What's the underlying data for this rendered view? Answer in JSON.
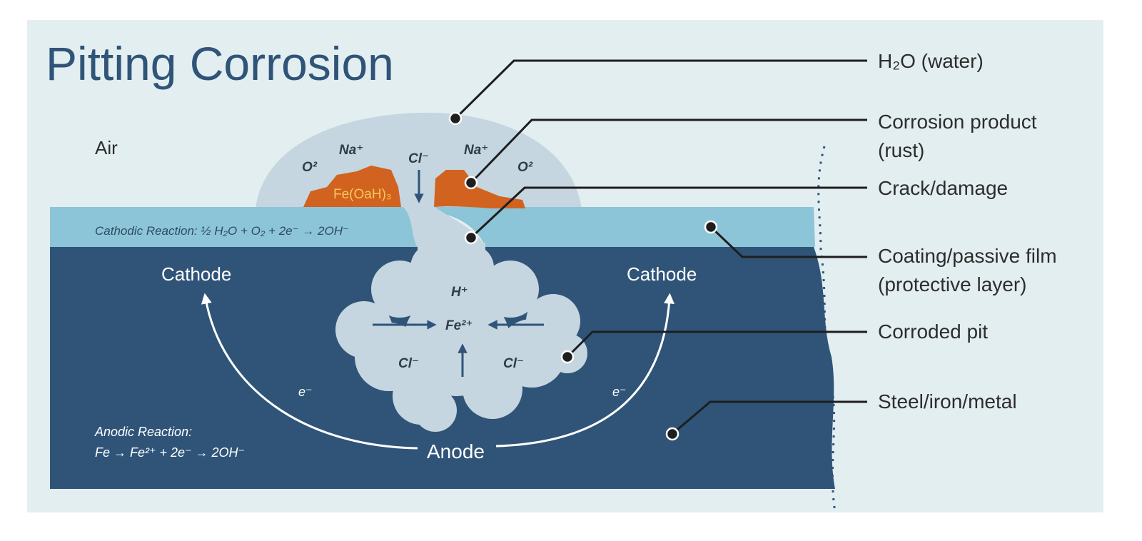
{
  "title": "Pitting Corrosion",
  "labels": {
    "water": "H₂O (water)",
    "corrosion_product_1": "Corrosion product",
    "corrosion_product_2": "(rust)",
    "crack": "Crack/damage",
    "coating_1": "Coating/passive film",
    "coating_2": "(protective layer)",
    "pit": "Corroded pit",
    "metal": "Steel/iron/metal"
  },
  "diagram": {
    "air": "Air",
    "o2_left": "O²",
    "o2_right": "O²",
    "na_left": "Na⁺",
    "na_right": "Na⁺",
    "cl_top": "Cl⁻",
    "rust_formula": "Fe(OaH)₃",
    "cathodic_reaction": "Cathodic Reaction: ½ H₂O + O₂ + 2e⁻ → 2OH⁻",
    "cathode_left": "Cathode",
    "cathode_right": "Cathode",
    "h_plus": "H⁺",
    "fe2": "Fe²⁺",
    "cl_left": "Cl⁻",
    "cl_right": "Cl⁻",
    "e_left": "e⁻",
    "e_right": "e⁻",
    "anode": "Anode",
    "anodic_reaction_1": "Anodic Reaction:",
    "anodic_reaction_2": "Fe → Fe²⁺ + 2e⁻ → 2OH⁻"
  },
  "colors": {
    "panel": "#e3eef1",
    "metal": "#2f5478",
    "coating": "#8cc5d7",
    "water": "#c5d6e0",
    "rust": "#d2621f",
    "title": "#2f5478"
  }
}
